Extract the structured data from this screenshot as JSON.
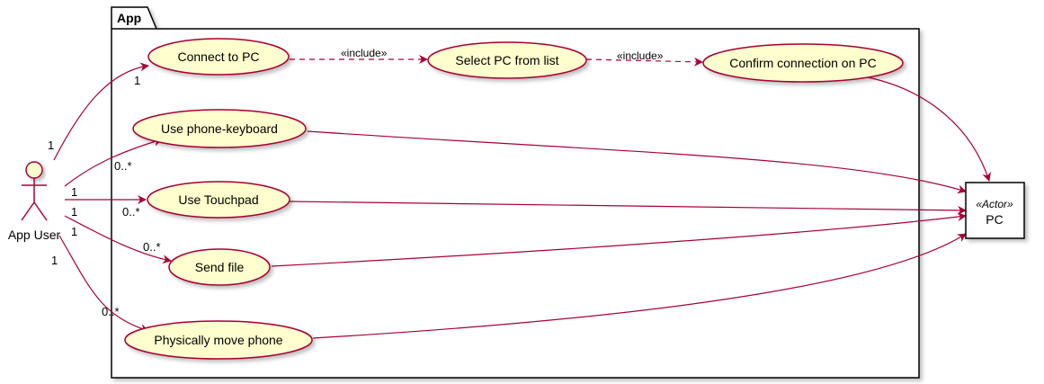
{
  "package": {
    "title": "App"
  },
  "actors": {
    "app_user": {
      "label": "App User"
    },
    "pc": {
      "stereotype": "«Actor»",
      "label": "PC"
    }
  },
  "use_cases": {
    "connect": "Connect to PC",
    "select": "Select PC from list",
    "confirm": "Confirm connection on PC",
    "keyboard": "Use phone-keyboard",
    "touchpad": "Use Touchpad",
    "sendfile": "Send file",
    "move": "Physically move phone"
  },
  "relations": {
    "include_1": "«include»",
    "include_2": "«include»"
  },
  "multiplicities": {
    "connect_user": "1",
    "connect_uc": "1",
    "keyboard_user": "",
    "keyboard_uc": "0..*",
    "touchpad_user": "1",
    "touchpad_uc": "0..*",
    "sendfile_user": "1",
    "sendfile_uc": "0..*",
    "move_user": "1",
    "move_uc": "0..*",
    "extra_user_1": "1"
  },
  "colors": {
    "use_case_fill": "#FEFECE",
    "line": "#A80036",
    "package_border": "#000000",
    "shadow": "#C8C8C8"
  }
}
